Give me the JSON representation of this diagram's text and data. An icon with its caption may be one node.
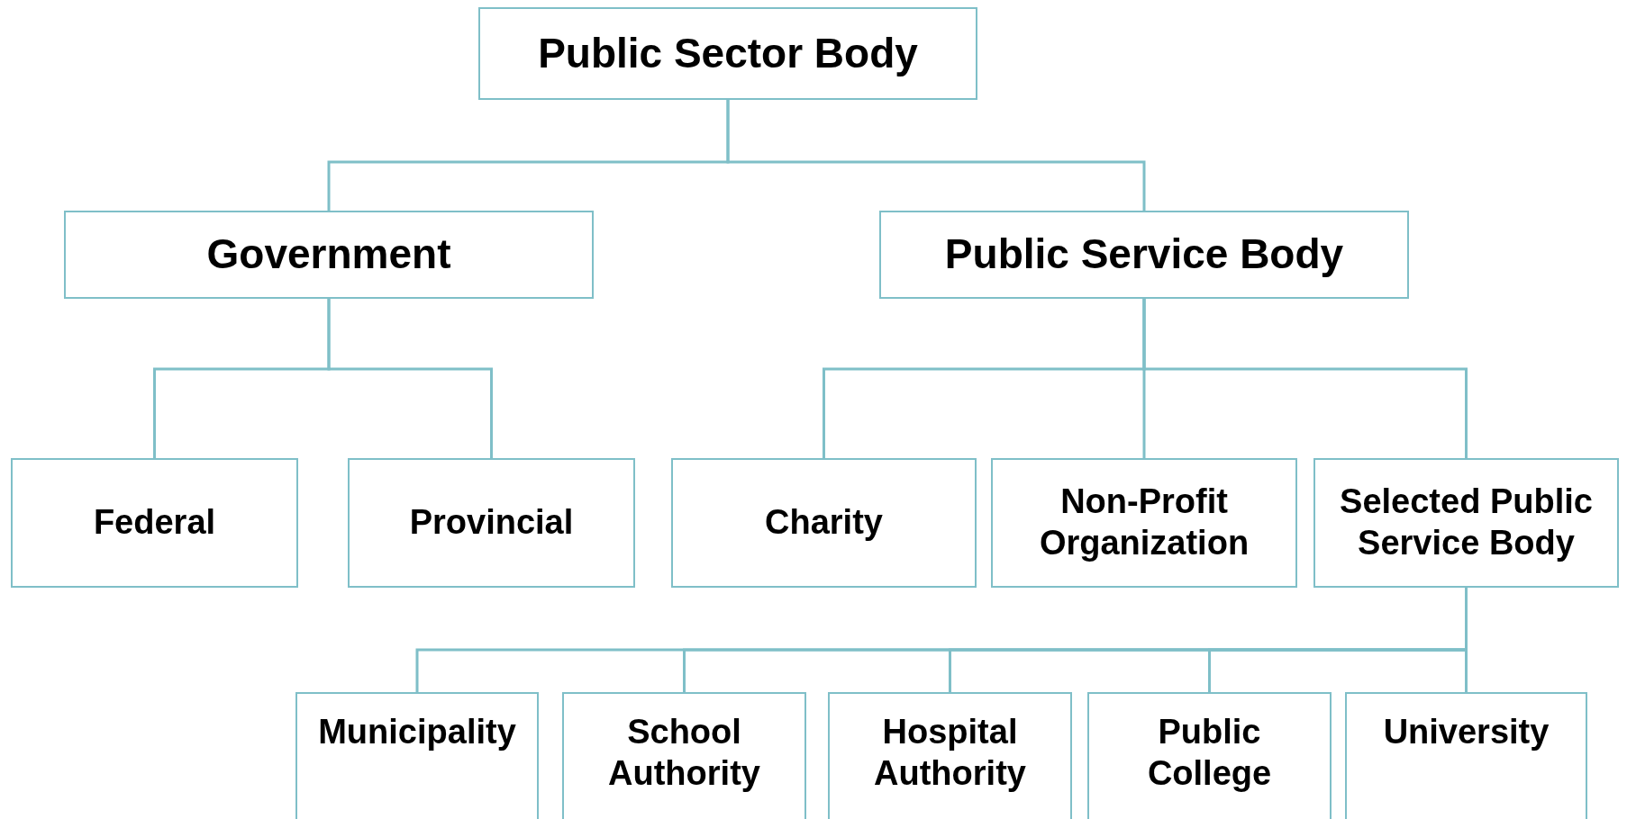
{
  "diagram": {
    "nodes": [
      {
        "text": [
          "Public Sector Body"
        ]
      },
      {
        "text": [
          "Government"
        ]
      },
      {
        "text": [
          "Public Service Body"
        ]
      },
      {
        "text": [
          "Federal"
        ]
      },
      {
        "text": [
          "Provincial"
        ]
      },
      {
        "text": [
          "Charity"
        ]
      },
      {
        "text": [
          "Non-Profit Organization"
        ]
      },
      {
        "text": [
          "Selected Public Service Body"
        ]
      },
      {
        "text": [
          "Municipality"
        ]
      },
      {
        "text": [
          "School Authority"
        ]
      },
      {
        "text": [
          "Hospital Authority"
        ]
      },
      {
        "text": [
          "Public College"
        ]
      },
      {
        "text": [
          "University"
        ]
      }
    ],
    "edges": [
      {
        "from": 0,
        "to": 1,
        "arrow": "none"
      },
      {
        "from": 0,
        "to": 2,
        "arrow": "none"
      },
      {
        "from": 1,
        "to": 3,
        "arrow": "none"
      },
      {
        "from": 1,
        "to": 4,
        "arrow": "none"
      },
      {
        "from": 2,
        "to": 5,
        "arrow": "none"
      },
      {
        "from": 2,
        "to": 6,
        "arrow": "none"
      },
      {
        "from": 2,
        "to": 7,
        "arrow": "none"
      },
      {
        "from": 7,
        "to": 8,
        "arrow": "none"
      },
      {
        "from": 7,
        "to": 9,
        "arrow": "none"
      },
      {
        "from": 7,
        "to": 10,
        "arrow": "none"
      },
      {
        "from": 7,
        "to": 11,
        "arrow": "none"
      },
      {
        "from": 7,
        "to": 12,
        "arrow": "none"
      }
    ]
  }
}
